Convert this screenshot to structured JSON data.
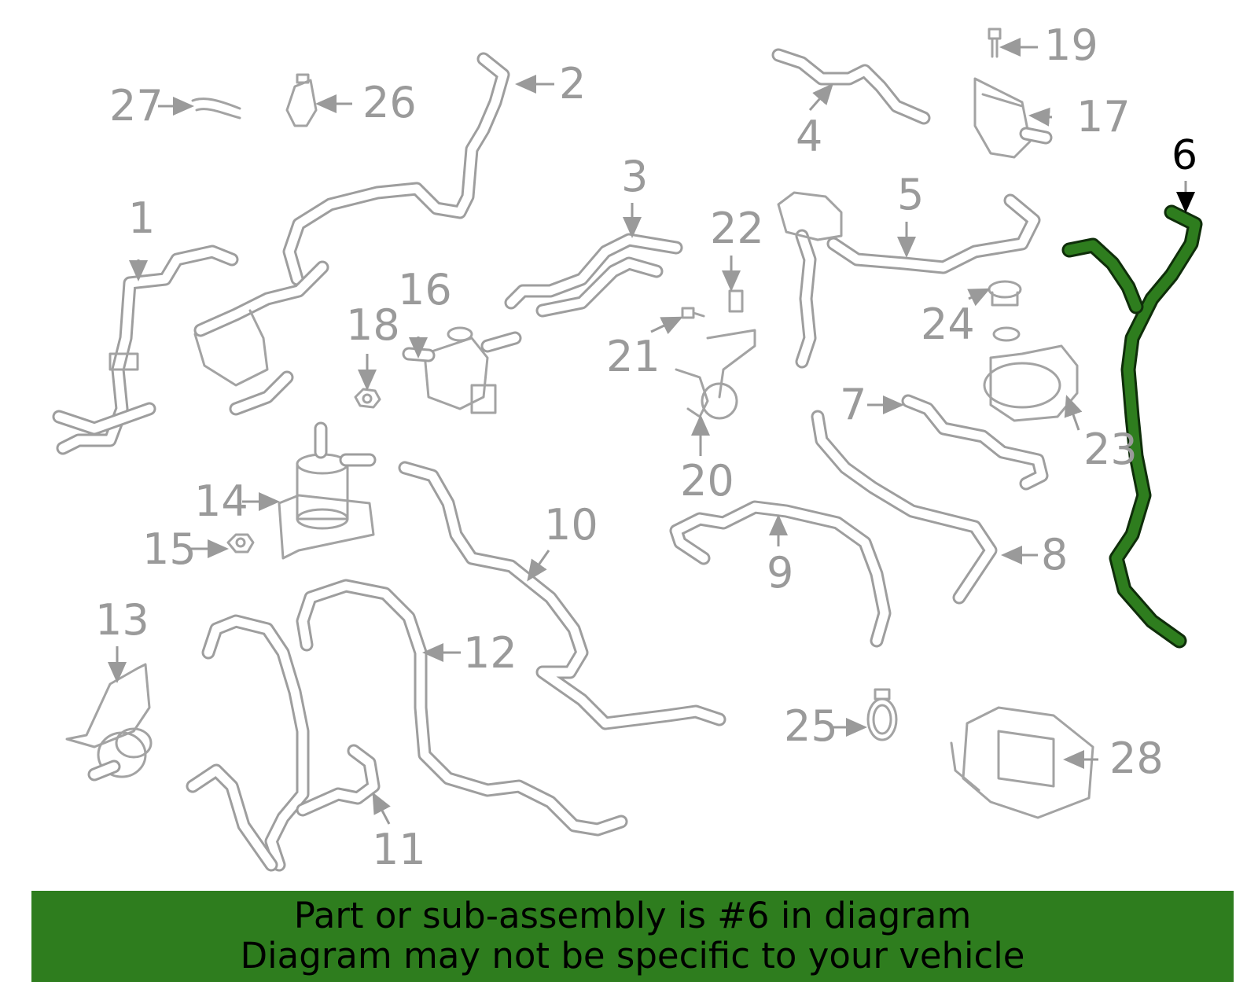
{
  "callouts": {
    "c1": "1",
    "c2": "2",
    "c3": "3",
    "c4": "4",
    "c5": "5",
    "c6": "6",
    "c7": "7",
    "c8": "8",
    "c9": "9",
    "c10": "10",
    "c11": "11",
    "c12": "12",
    "c13": "13",
    "c14": "14",
    "c15": "15",
    "c16": "16",
    "c17": "17",
    "c18": "18",
    "c19": "19",
    "c20": "20",
    "c21": "21",
    "c22": "22",
    "c23": "23",
    "c24": "24",
    "c25": "25",
    "c26": "26",
    "c27": "27",
    "c28": "28"
  },
  "highlight": {
    "color": "#2e7d1e",
    "part": "6"
  },
  "banner": {
    "line1": "Part or sub-assembly is #6 in diagram",
    "line2": "Diagram may not be specific to your vehicle",
    "background": "#2e7d1e"
  }
}
